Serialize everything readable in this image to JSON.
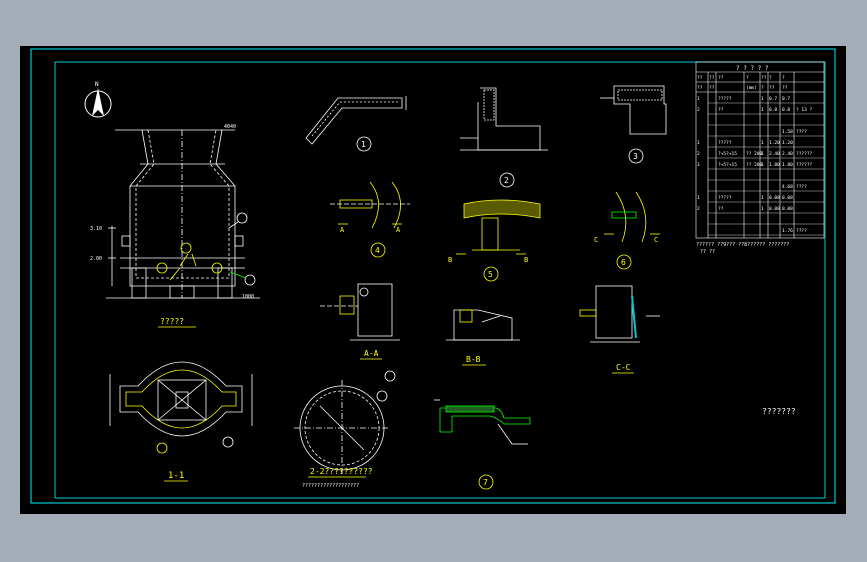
{
  "colors": {
    "background_gray": "#a3acb7",
    "viewport": "#000000",
    "frame": "#00c8d2",
    "lines": "#ffffff",
    "yellow": "#ffff00",
    "green": "#00ff00",
    "cyan": "#00c8d2"
  },
  "labels": {
    "elevation_view_title": "?????",
    "section_1_1": "1-1",
    "plan_2_2": "2-2??????????",
    "plan_2_2_note": "???????????????????",
    "right_note": "???????",
    "aa": "A-A",
    "bb": "B-B",
    "cc": "C-C",
    "a_left": "A",
    "a_right": "A",
    "b_left": "B",
    "b_right": "B",
    "c_left": "C",
    "c_right": "C",
    "n1": "1",
    "n2": "2",
    "n3": "3",
    "n4": "4",
    "n5": "5",
    "n6": "6",
    "n7": "7",
    "dim_top": "4040",
    "dim_elev_a": "3.10",
    "dim_elev_b": "2.00",
    "dim_foot": "1000"
  },
  "table": {
    "title": "? ? ? ? ?",
    "header_row1": [
      "??",
      "??",
      "??",
      "?",
      "??",
      "?",
      "?"
    ],
    "header_row2": [
      "??",
      "??",
      "",
      "(mm)",
      "?",
      "??",
      "??"
    ],
    "rows": [
      {
        "id": "1",
        "c1": "?????",
        "c2": "",
        "c3": "1",
        "c4": "0.7",
        "c5": "0.7",
        "c6": ""
      },
      {
        "id": "2",
        "c1": "??",
        "c2": "",
        "c3": "1",
        "c4": "0.8",
        "c5": "0.8",
        "c6": "? 13 ?"
      },
      {
        "id": "",
        "c1": "",
        "c2": "",
        "c3": "",
        "c4": "",
        "c5": "",
        "c6": ""
      },
      {
        "id": "",
        "c1": "",
        "c2": "",
        "c3": "",
        "c4": "",
        "c5": "1.58",
        "c6": "????"
      },
      {
        "id": "1",
        "c1": "?????",
        "c2": "",
        "c3": "1",
        "c4": "1.20",
        "c5": "1.20",
        "c6": ""
      },
      {
        "id": "2",
        "c1": "?+5?+15",
        "c2": "?? 200",
        "c3": "1",
        "c4": "2.40",
        "c5": "2.40",
        "c6": "??????"
      },
      {
        "id": "3",
        "c1": "?+5?+15",
        "c2": "?? 200",
        "c3": "1",
        "c4": "1.80",
        "c5": "1.80",
        "c6": "??????"
      },
      {
        "id": "",
        "c1": "",
        "c2": "",
        "c3": "",
        "c4": "",
        "c5": "",
        "c6": ""
      },
      {
        "id": "",
        "c1": "",
        "c2": "",
        "c3": "",
        "c4": "",
        "c5": "4.68",
        "c6": "????"
      },
      {
        "id": "1",
        "c1": "?????",
        "c2": "",
        "c3": "1",
        "c4": "0.08",
        "c5": "0.08",
        "c6": ""
      },
      {
        "id": "2",
        "c1": "??",
        "c2": "",
        "c3": "1",
        "c4": "0.08",
        "c5": "0.08",
        "c6": ""
      },
      {
        "id": "",
        "c1": "",
        "c2": "",
        "c3": "",
        "c4": "",
        "c5": "",
        "c6": ""
      },
      {
        "id": "",
        "c1": "",
        "c2": "",
        "c3": "",
        "c4": "",
        "c5": "1.76",
        "c6": "????"
      }
    ],
    "note_line1": "?????? ??9??? ??8?????? ???????",
    "note_line2": "?? ??"
  }
}
